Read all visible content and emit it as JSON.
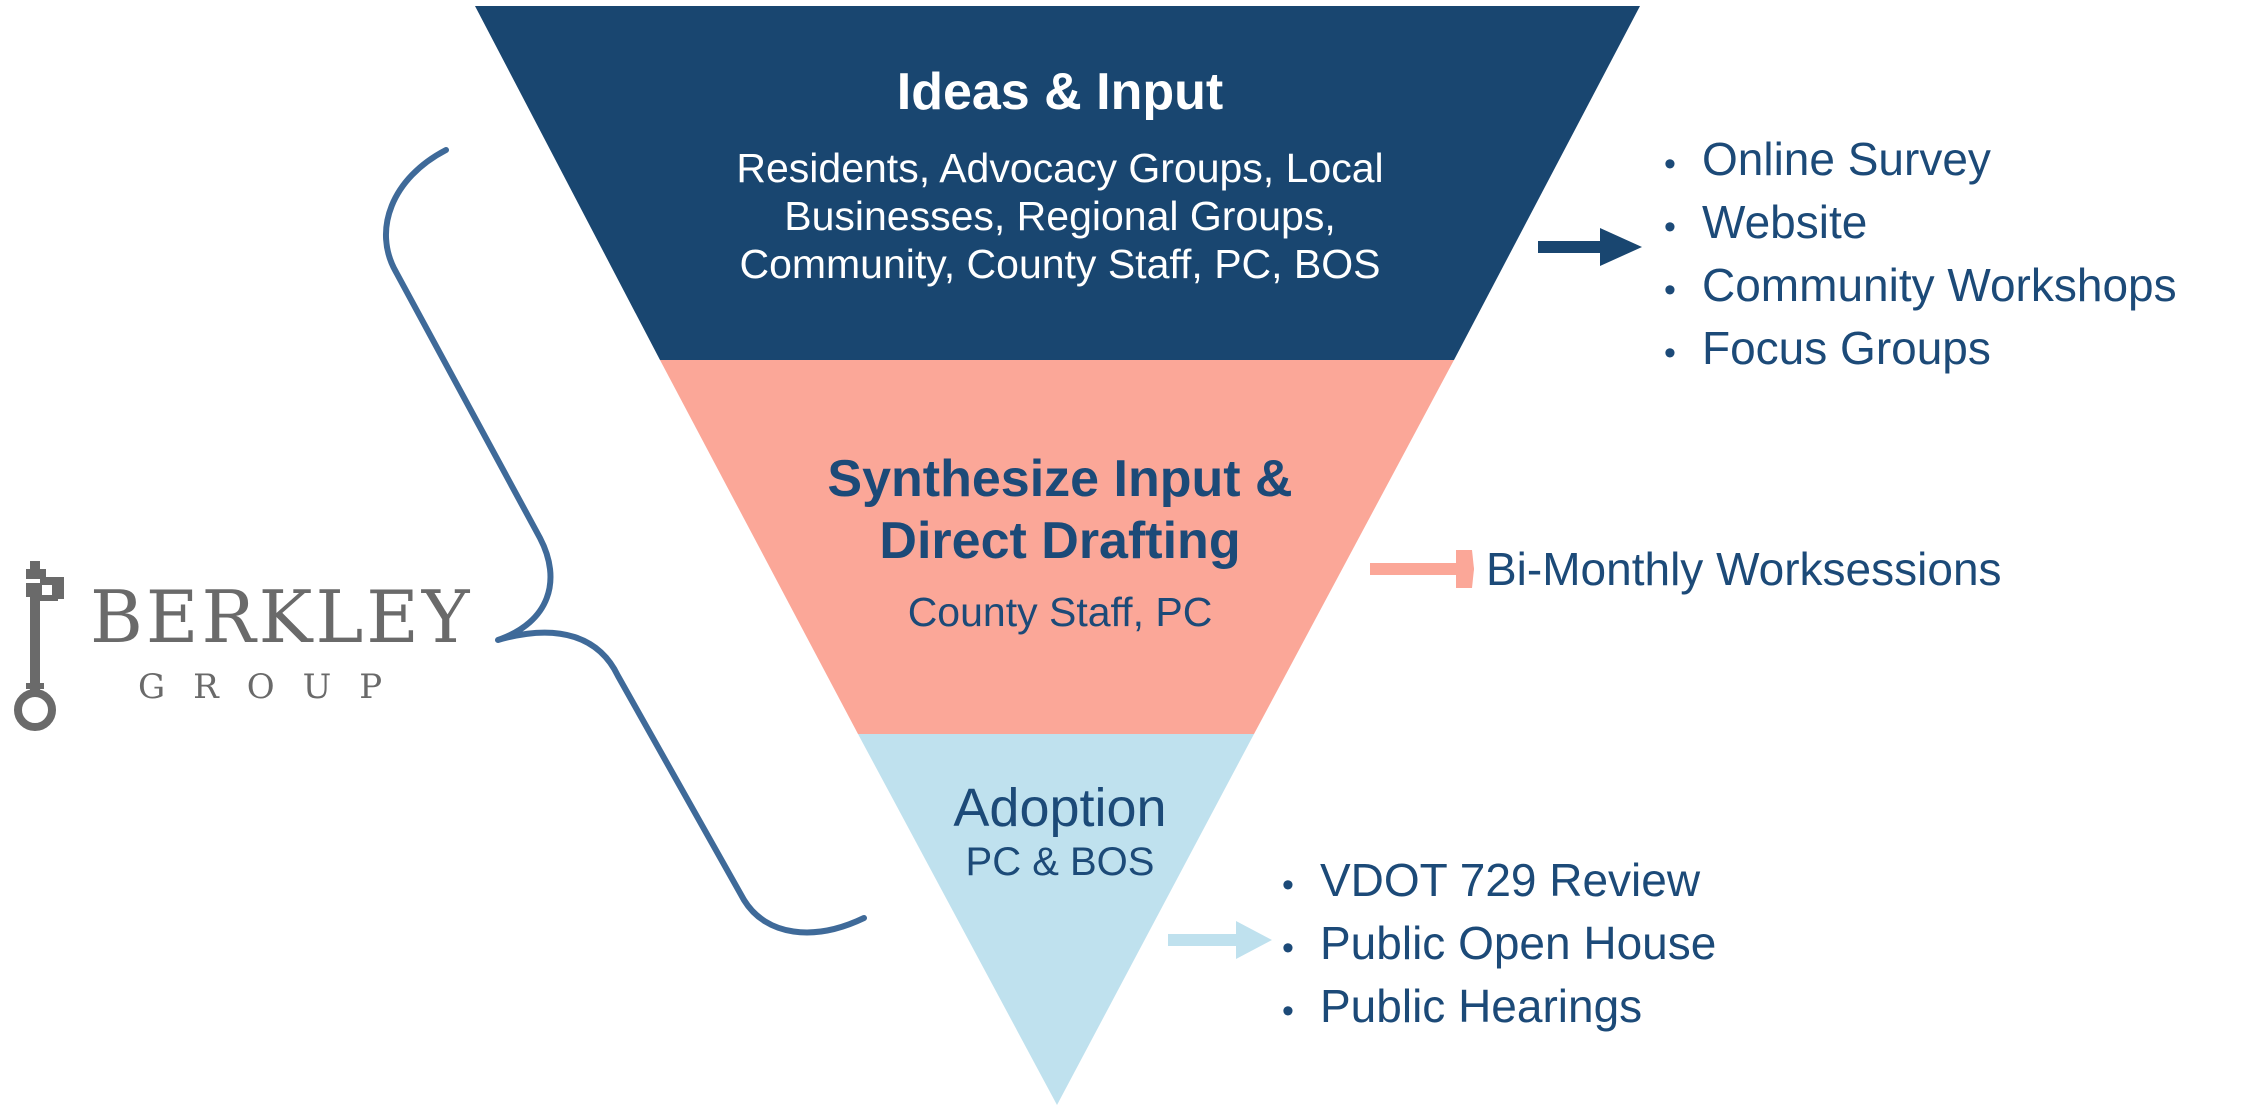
{
  "tiers": [
    {
      "title": "Ideas & Input",
      "subtitle_lines": [
        "Residents, Advocacy Groups, Local",
        "Businesses, Regional Groups,",
        "Community, County Staff, PC, BOS"
      ],
      "color": "#194670",
      "text_color": "#ffffff"
    },
    {
      "title_lines": [
        "Synthesize Input &",
        "Direct Drafting"
      ],
      "subtitle": "County Staff, PC",
      "color": "#fba798",
      "text_color": "#1c4a78"
    },
    {
      "title": "Adoption",
      "subtitle": "PC & BOS",
      "color": "#bfe1ee",
      "text_color": "#1c4a78"
    }
  ],
  "outputs": {
    "tier1": [
      "Online Survey",
      "Website",
      "Community Workshops",
      "Focus Groups"
    ],
    "tier2": "Bi-Monthly Worksessions",
    "tier3": [
      "VDOT 729 Review",
      "Public Open House",
      "Public Hearings"
    ]
  },
  "bullet": "•",
  "arrows": [
    {
      "color": "#194670",
      "icon": "right-arrow-icon"
    },
    {
      "color": "#fba798",
      "icon": "right-arrow-icon"
    },
    {
      "color": "#bfe1ee",
      "icon": "right-arrow-icon"
    }
  ],
  "brace_color": "#3f6a99",
  "logo": {
    "name": "BERKLEY",
    "sub": "GROUP",
    "color": "#6a6a6a",
    "icon": "key-icon"
  }
}
